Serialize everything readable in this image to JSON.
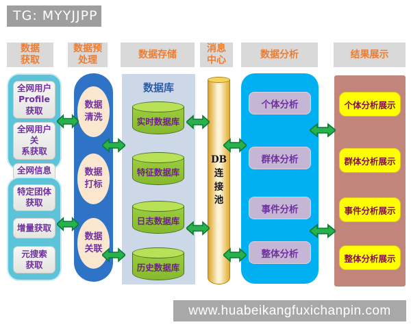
{
  "tag_banner": "TG: MYYJJPP",
  "footer_url": "www.huabeikangfuxichanpin.com",
  "columns": {
    "acquisition": {
      "header": "数据\n获取",
      "group1": [
        "全网用户\nProfile获取",
        "全网用户关\n系获取",
        "全网信息\n获取"
      ],
      "group2": [
        "特定团体\n获取",
        "增量获取",
        "元搜索\n获取"
      ]
    },
    "preprocessing": {
      "header": "数据预\n处理",
      "steps": [
        "数据\n清洗",
        "数据\n打标",
        "数据\n关联"
      ]
    },
    "storage": {
      "header": "数据存储",
      "title": "数据库",
      "databases": [
        "实时数据库",
        "特征数据库",
        "日志数据库",
        "历史数据库"
      ]
    },
    "message_center": {
      "header": "消息\n中心",
      "label": "DB\n连\n接\n池"
    },
    "analysis": {
      "header": "数据分析",
      "items": [
        "个体分析",
        "群体分析",
        "事件分析",
        "整体分析"
      ]
    },
    "display": {
      "header": "结果展示",
      "items": [
        "个体分析展示",
        "群体分析展示",
        "事件分析展示",
        "整体分析展示"
      ]
    }
  },
  "connections": [
    {
      "from": "全网用户关系获取",
      "to": "数据清洗",
      "type": "bidirectional"
    },
    {
      "from": "增量获取",
      "to": "数据关联",
      "type": "bidirectional"
    },
    {
      "from": "数据清洗",
      "to": "数据库",
      "type": "bidirectional"
    },
    {
      "from": "数据关联",
      "to": "历史数据库",
      "type": "bidirectional"
    },
    {
      "from": "实时数据库",
      "to": "DB连接池",
      "type": "bidirectional"
    },
    {
      "from": "日志数据库",
      "to": "DB连接池",
      "type": "bidirectional"
    },
    {
      "from": "DB连接池",
      "to": "群体分析",
      "type": "bidirectional"
    },
    {
      "from": "DB连接池",
      "to": "整体分析",
      "type": "bidirectional"
    },
    {
      "from": "个体分析",
      "to": "个体分析展示",
      "type": "bidirectional"
    },
    {
      "from": "事件分析",
      "to": "事件分析展示",
      "type": "bidirectional"
    }
  ],
  "colors": {
    "header_bg": "#d9d9d9",
    "header_text": "#ed7d31",
    "banner_bg": "#9e9e9e",
    "acquisition_group": "#5cc3d8",
    "preprocessing_panel": "#2e73c5",
    "ellipse_fill": "#fbe7cf",
    "storage_panel": "#ccd8e8",
    "database_green": "#93c83d",
    "pool_gold": "#e8b93c",
    "analysis_panel": "#00b0f0",
    "analysis_item": "#c6b6d6",
    "display_panel": "#c2857c",
    "display_item": "#ffff00",
    "purple_text": "#7030a0",
    "arrow_green": "#29b14d"
  }
}
